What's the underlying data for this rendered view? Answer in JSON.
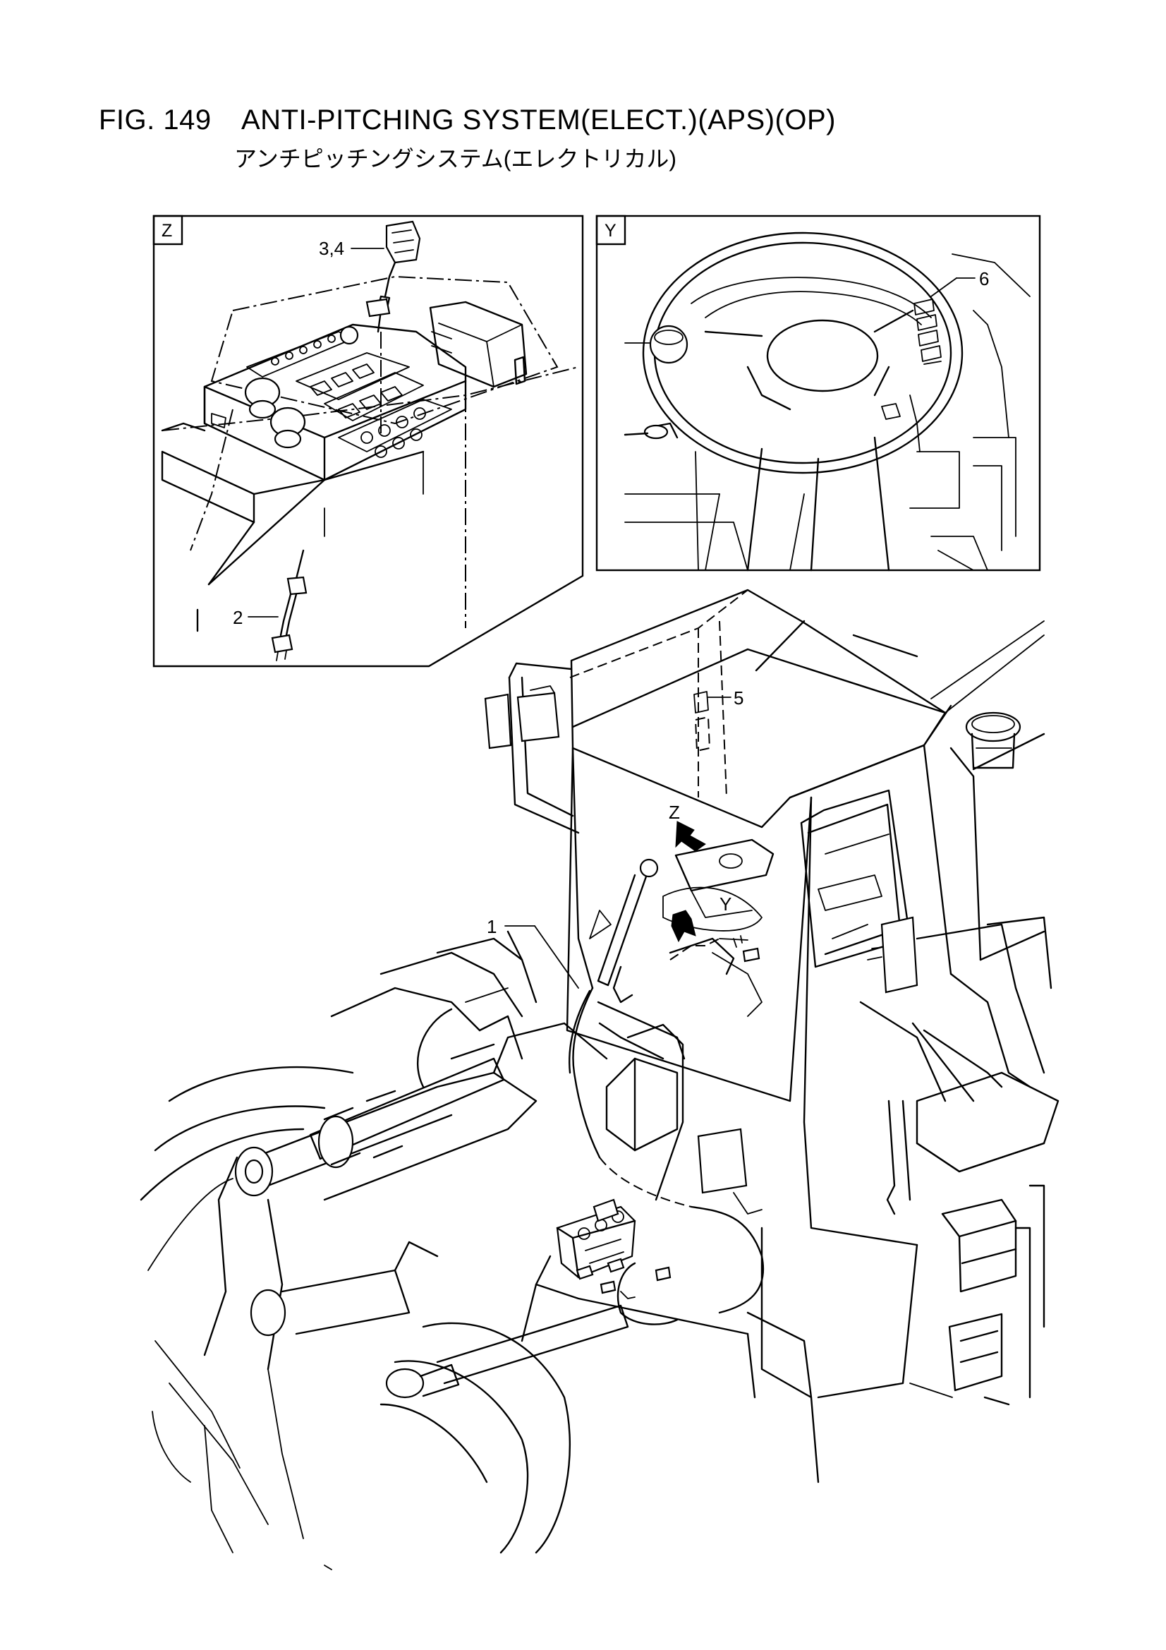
{
  "figure": {
    "number": "FIG. 149",
    "title": "ANTI-PITCHING SYSTEM(ELECT.)(APS)(OP)",
    "subtitle": "アンチピッチングシステム(エレクトリカル)"
  },
  "views": {
    "z": {
      "label": "Z"
    },
    "y": {
      "label": "Y"
    },
    "z_arrow": {
      "label": "Z"
    },
    "y_arrow": {
      "label": "Y"
    }
  },
  "callouts": {
    "c1": "1",
    "c2": "2",
    "c34": "3,4",
    "c5": "5",
    "c6": "6"
  }
}
